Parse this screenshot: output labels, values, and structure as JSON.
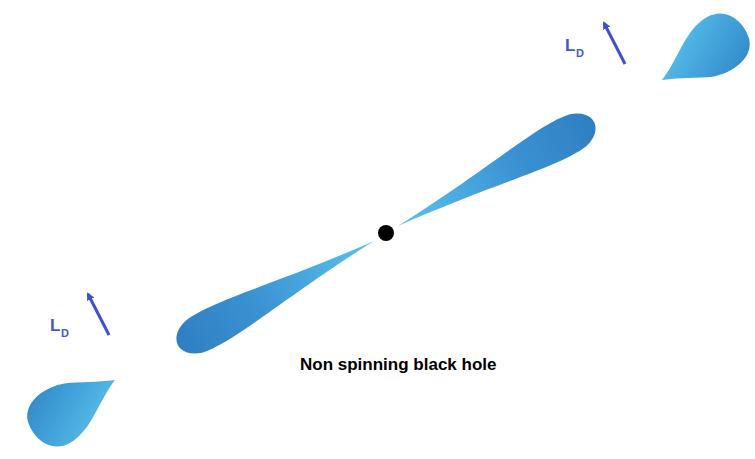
{
  "diagram": {
    "labels": [
      "L",
      "D",
      "L",
      "D",
      "Non spinning black hole"
    ]
  }
}
